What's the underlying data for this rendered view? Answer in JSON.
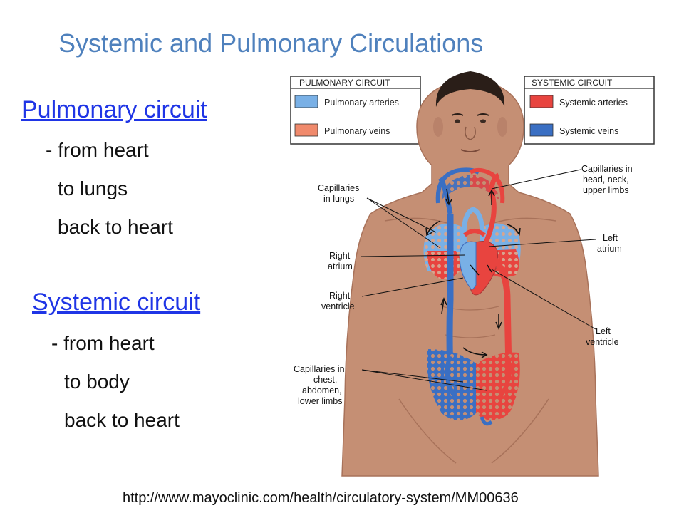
{
  "slide": {
    "title": "Systemic and Pulmonary Circulations",
    "pulmonary": {
      "heading": "Pulmonary circuit",
      "lines": [
        "- from heart",
        "to lungs",
        "back to heart"
      ]
    },
    "systemic": {
      "heading": "Systemic circuit",
      "lines": [
        "- from heart",
        "to body",
        "back to heart"
      ]
    },
    "source_url": "http://www.mayoclinic.com/health/circulatory-system/MM00636"
  },
  "diagram": {
    "legend_pulmonary": {
      "title": "PULMONARY CIRCUIT",
      "items": [
        {
          "label": "Pulmonary arteries",
          "color": "#79b0e6"
        },
        {
          "label": "Pulmonary veins",
          "color": "#f08a6c"
        }
      ]
    },
    "legend_systemic": {
      "title": "SYSTEMIC CIRCUIT",
      "items": [
        {
          "label": "Systemic arteries",
          "color": "#e8443f"
        },
        {
          "label": "Systemic veins",
          "color": "#3a6fc3"
        }
      ]
    },
    "labels": {
      "capillaries_head_1": "Capillaries in",
      "capillaries_head_2": "head, neck,",
      "capillaries_head_3": "upper limbs",
      "capillaries_lungs_1": "Capillaries",
      "capillaries_lungs_2": "in lungs",
      "left_atrium_1": "Left",
      "left_atrium_2": "atrium",
      "right_atrium_1": "Right",
      "right_atrium_2": "atrium",
      "right_ventricle_1": "Right",
      "right_ventricle_2": "ventricle",
      "left_ventricle_1": "Left",
      "left_ventricle_2": "ventricle",
      "capillaries_chest_1": "Capillaries in",
      "capillaries_chest_2": "chest,",
      "capillaries_chest_3": "abdomen,",
      "capillaries_chest_4": "lower limbs"
    },
    "colors": {
      "skin": "#c58f74",
      "skin_shadow": "#a8725a",
      "hair": "#2a1e18",
      "artery": "#e8443f",
      "vein": "#3a6fc3"
    }
  }
}
